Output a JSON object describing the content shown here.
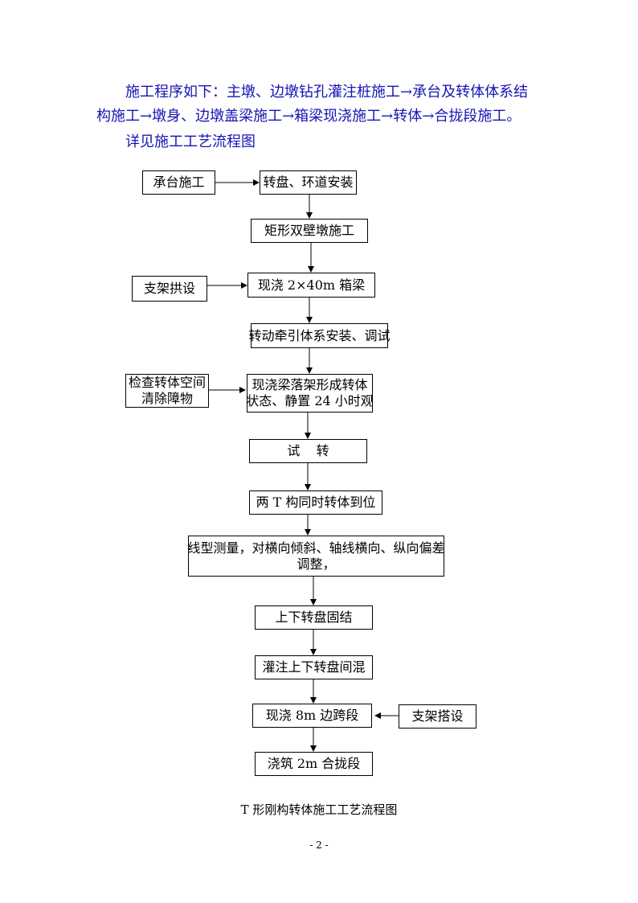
{
  "intro": {
    "line1": "施工程序如下：主墩、边墩钻孔灌注桩施工→承台及转体体系结",
    "line2": "构施工→墩身、边墩盖梁施工→箱梁现浇施工→转体→合拢段施工。",
    "line3": "详见施工工艺流程图"
  },
  "flowchart": {
    "steps": [
      "转盘、环道安装",
      "矩形双壁墩施工",
      "现浇 2×40m 箱梁",
      "转动牵引体系安装、调试",
      [
        "现浇梁落架形成转体",
        "状态、静置 24 小时观"
      ],
      "试    转",
      "两 T 构同时转体到位",
      [
        "线型测量，对横向倾斜、轴线横向、纵向偏差",
        "调整，"
      ],
      "上下转盘固结",
      "灌注上下转盘间混",
      "现浇 8m 边跨段",
      "浇筑 2m 合拢段"
    ],
    "side_inputs": [
      "承台施工",
      "支架拱设",
      [
        "检查转体空间",
        "清除障物"
      ],
      "支架搭设"
    ]
  },
  "caption": "T 形刚构转体施工工艺流程图",
  "page_number": "- 2 -"
}
